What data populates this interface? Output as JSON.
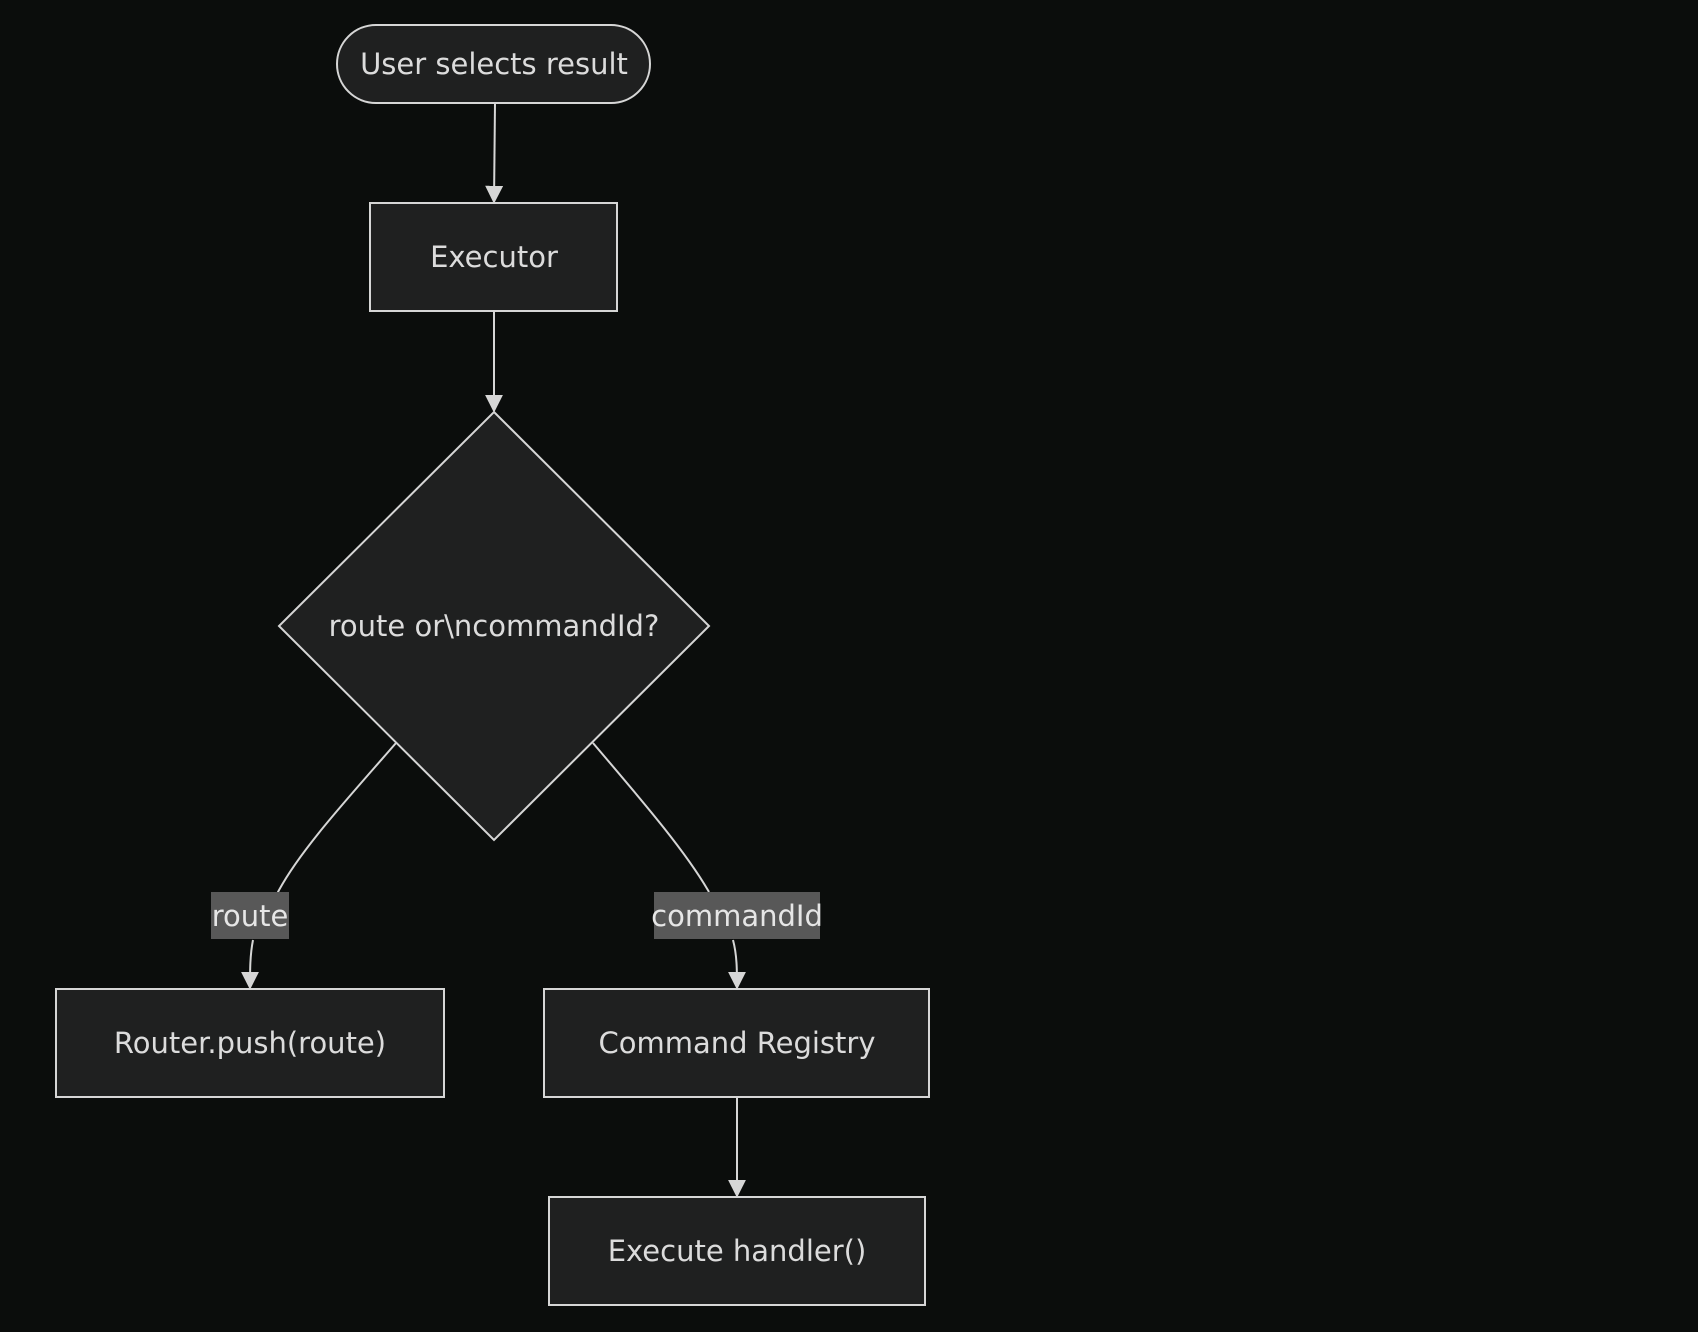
{
  "diagram": {
    "nodes": {
      "start": {
        "label": "User selects result",
        "shape": "stadium"
      },
      "executor": {
        "label": "Executor",
        "shape": "rect"
      },
      "decision": {
        "label": "route or\\ncommandId?",
        "shape": "diamond"
      },
      "router": {
        "label": "Router.push(route)",
        "shape": "rect"
      },
      "registry": {
        "label": "Command Registry",
        "shape": "rect"
      },
      "handler": {
        "label": "Execute handler()",
        "shape": "rect"
      }
    },
    "edges": [
      {
        "from": "start",
        "to": "executor",
        "label": ""
      },
      {
        "from": "executor",
        "to": "decision",
        "label": ""
      },
      {
        "from": "decision",
        "to": "router",
        "label": "route"
      },
      {
        "from": "decision",
        "to": "registry",
        "label": "commandId"
      },
      {
        "from": "registry",
        "to": "handler",
        "label": ""
      }
    ],
    "colors": {
      "background": "#0b0d0c",
      "node_fill": "#1f2020",
      "stroke": "#d6d6d6",
      "text": "#dcdcdc",
      "edge_label_background": "#585858"
    }
  }
}
